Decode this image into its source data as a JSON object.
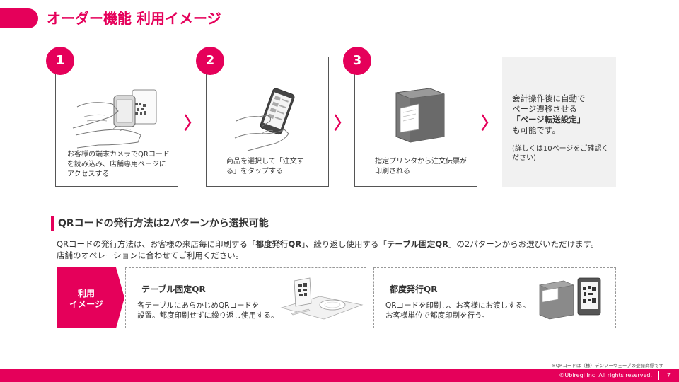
{
  "header": {
    "title": "オーダー機能 利用イメージ"
  },
  "steps": [
    {
      "number": "1",
      "text": "お客様の端末カメラでQRコードを読み込み、店舗専用ページにアクセスする"
    },
    {
      "number": "2",
      "text": "商品を選択して「注文する」をタップする"
    },
    {
      "number": "3",
      "text": "指定プリンタから注文伝票が印刷される"
    }
  ],
  "chevron": "〉",
  "info_box": {
    "line1": "会計操作後に自動で",
    "line2": "ページ遷移させる",
    "line3": "「ページ転送設定」",
    "line4": "も可能です。",
    "note": "(詳しくは10ページをご確認ください)"
  },
  "section": {
    "title": "QRコードの発行方法は2パターンから選択可能",
    "body_part1": "QRコードの発行方法は、お客様の来店毎に印刷する「",
    "body_bold1": "都度発行QR",
    "body_part2": "」、繰り返し使用する「",
    "body_bold2": "テーブル固定QR",
    "body_part3": "」の2パターンからお選びいただけます。",
    "body_line2": "店舗のオペレーションに合わせてご利用ください。"
  },
  "usage": {
    "label_line1": "利用",
    "label_line2": "イメージ",
    "table_qr": {
      "title": "テーブル固定QR",
      "text_line1": "各テーブルにあらかじめQRコードを",
      "text_line2": "設置。都度印刷せずに繰り返し使用する。"
    },
    "per_visit_qr": {
      "title": "都度発行QR",
      "text_line1": "QRコードを印刷し、お客様にお渡しする。",
      "text_line2": "お客様単位で都度印刷を行う。"
    }
  },
  "footnote": "※QRコードは（株）デンソーウェーブの登録商標です",
  "footer": {
    "copyright": "©Ubiregi Inc. All rights reserved.",
    "page": "7"
  },
  "colors": {
    "accent": "#e5005a",
    "info_bg": "#f1f1f1"
  },
  "icons": [
    "hands-phone-scan-illustration",
    "hand-smartphone-illustration",
    "receipt-printer-illustration",
    "table-qr-stand-illustration",
    "printer-qr-card-illustration"
  ]
}
